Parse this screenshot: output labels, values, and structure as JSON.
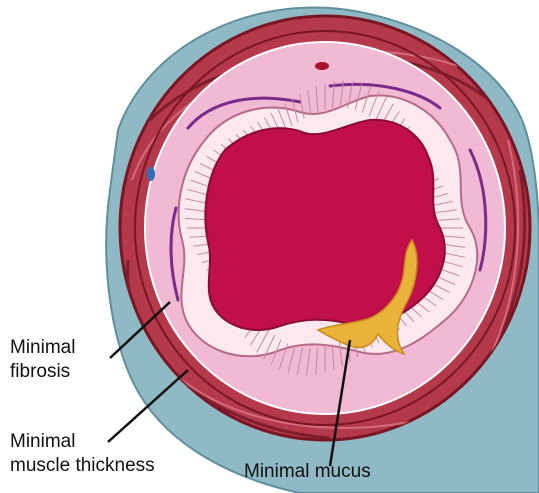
{
  "labels": {
    "fibrosis_line1": "Minimal",
    "fibrosis_line2": "fibrosis",
    "muscle_line1": "Minimal",
    "muscle_line2": "muscle thickness",
    "mucus": "Minimal mucus"
  },
  "colors": {
    "background": "#ffffff",
    "adventitia": "#8fb9c4",
    "muscle_outer": "#8e1f2e",
    "muscle_fill": "#b4394b",
    "submucosa": "#f2b9d4",
    "basement_membrane": "#7a2c8c",
    "epithelium": "#fbe9ef",
    "lumen": "#c10f4a",
    "mucus": "#e9b23a",
    "pointer": "#111111"
  }
}
